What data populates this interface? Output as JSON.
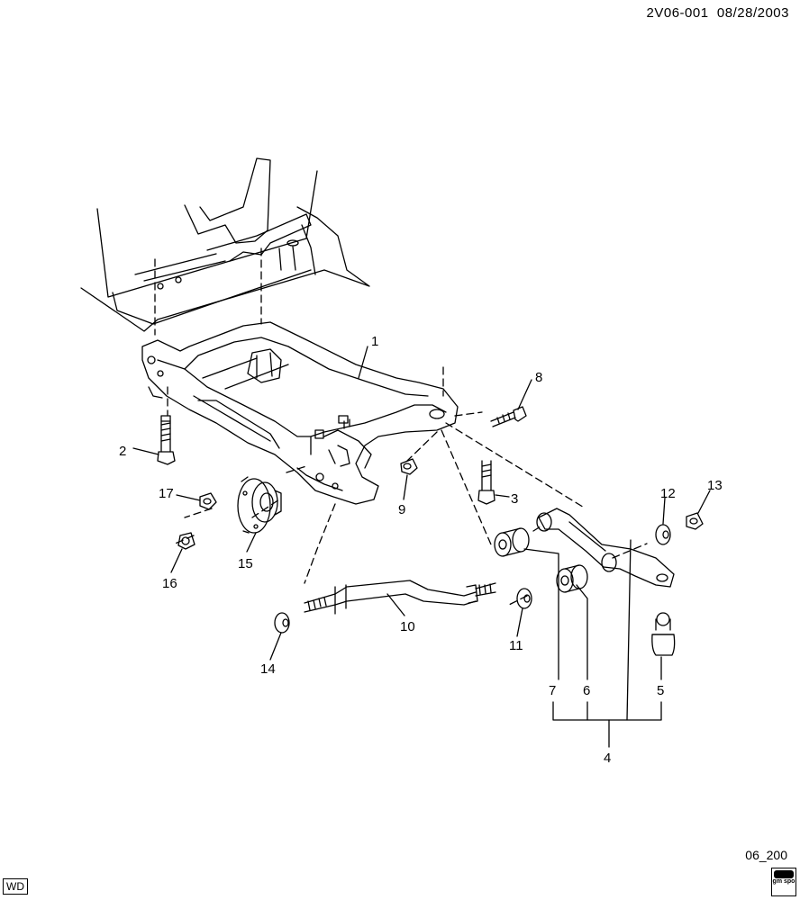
{
  "header": {
    "drawing_id": "2V06-001",
    "date": "08/28/2003"
  },
  "footer": {
    "sheet_code": "06_200",
    "wd_label": "WD",
    "logo_text": "gm spo"
  },
  "callouts": [
    {
      "id": "c1",
      "label": "1"
    },
    {
      "id": "c2",
      "label": "2"
    },
    {
      "id": "c3",
      "label": "3"
    },
    {
      "id": "c4",
      "label": "4"
    },
    {
      "id": "c5",
      "label": "5"
    },
    {
      "id": "c6",
      "label": "6"
    },
    {
      "id": "c7",
      "label": "7"
    },
    {
      "id": "c8",
      "label": "8"
    },
    {
      "id": "c9",
      "label": "9"
    },
    {
      "id": "c10",
      "label": "10"
    },
    {
      "id": "c11",
      "label": "11"
    },
    {
      "id": "c12",
      "label": "12"
    },
    {
      "id": "c13",
      "label": "13"
    },
    {
      "id": "c14",
      "label": "14"
    },
    {
      "id": "c15",
      "label": "15"
    },
    {
      "id": "c16",
      "label": "16"
    },
    {
      "id": "c17",
      "label": "17"
    }
  ]
}
